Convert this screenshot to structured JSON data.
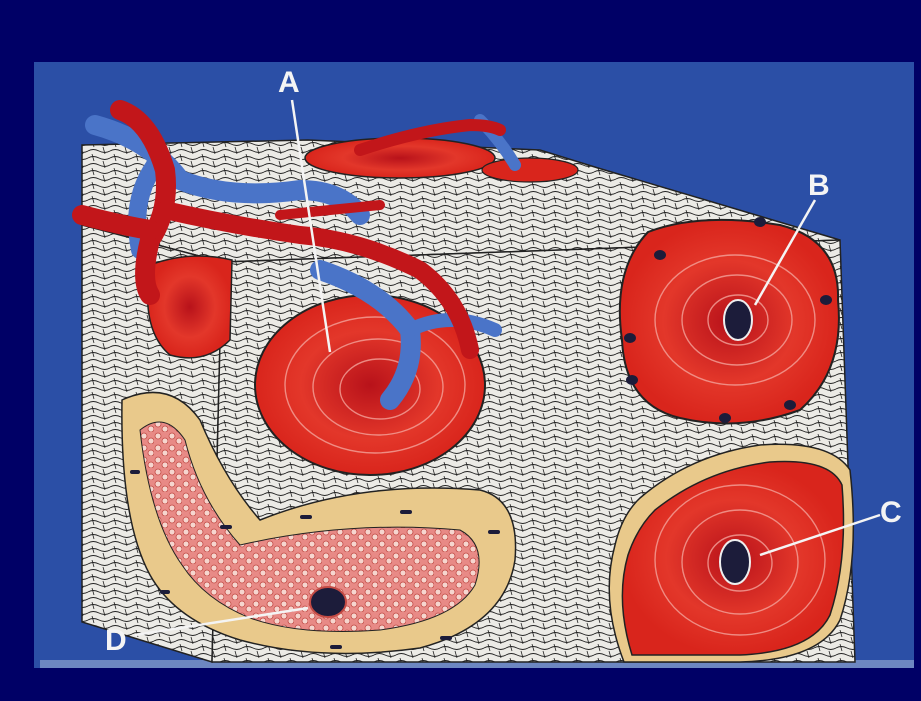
{
  "colors": {
    "frame": "#000066",
    "board": "#2b4fa6",
    "bone": "#ecebe6",
    "osteon_red": "#d9251c",
    "artery_red": "#c2161a",
    "vein_blue": "#4a74c8",
    "marrow_yellow": "#e9c98b",
    "label_white": "#f4f4f4"
  },
  "diagram": {
    "labels": [
      {
        "id": "A",
        "text": "A"
      },
      {
        "id": "B",
        "text": "B"
      },
      {
        "id": "C",
        "text": "C"
      },
      {
        "id": "D",
        "text": "D"
      }
    ]
  }
}
